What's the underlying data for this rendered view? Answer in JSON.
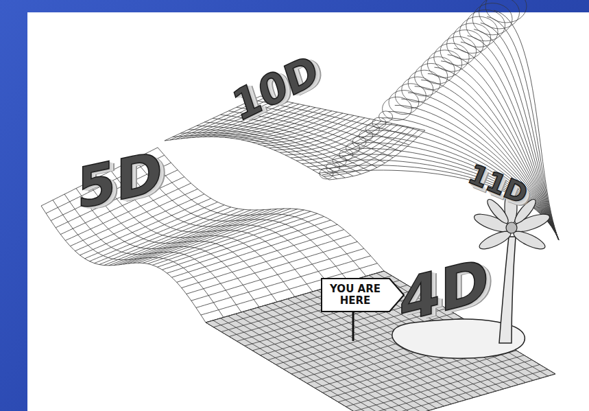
{
  "diagram": {
    "nodes": [
      {
        "text": [
          "YOU ARE HERE"
        ]
      }
    ],
    "labels": [
      "10D",
      "5D",
      "11D",
      "4D"
    ]
  }
}
